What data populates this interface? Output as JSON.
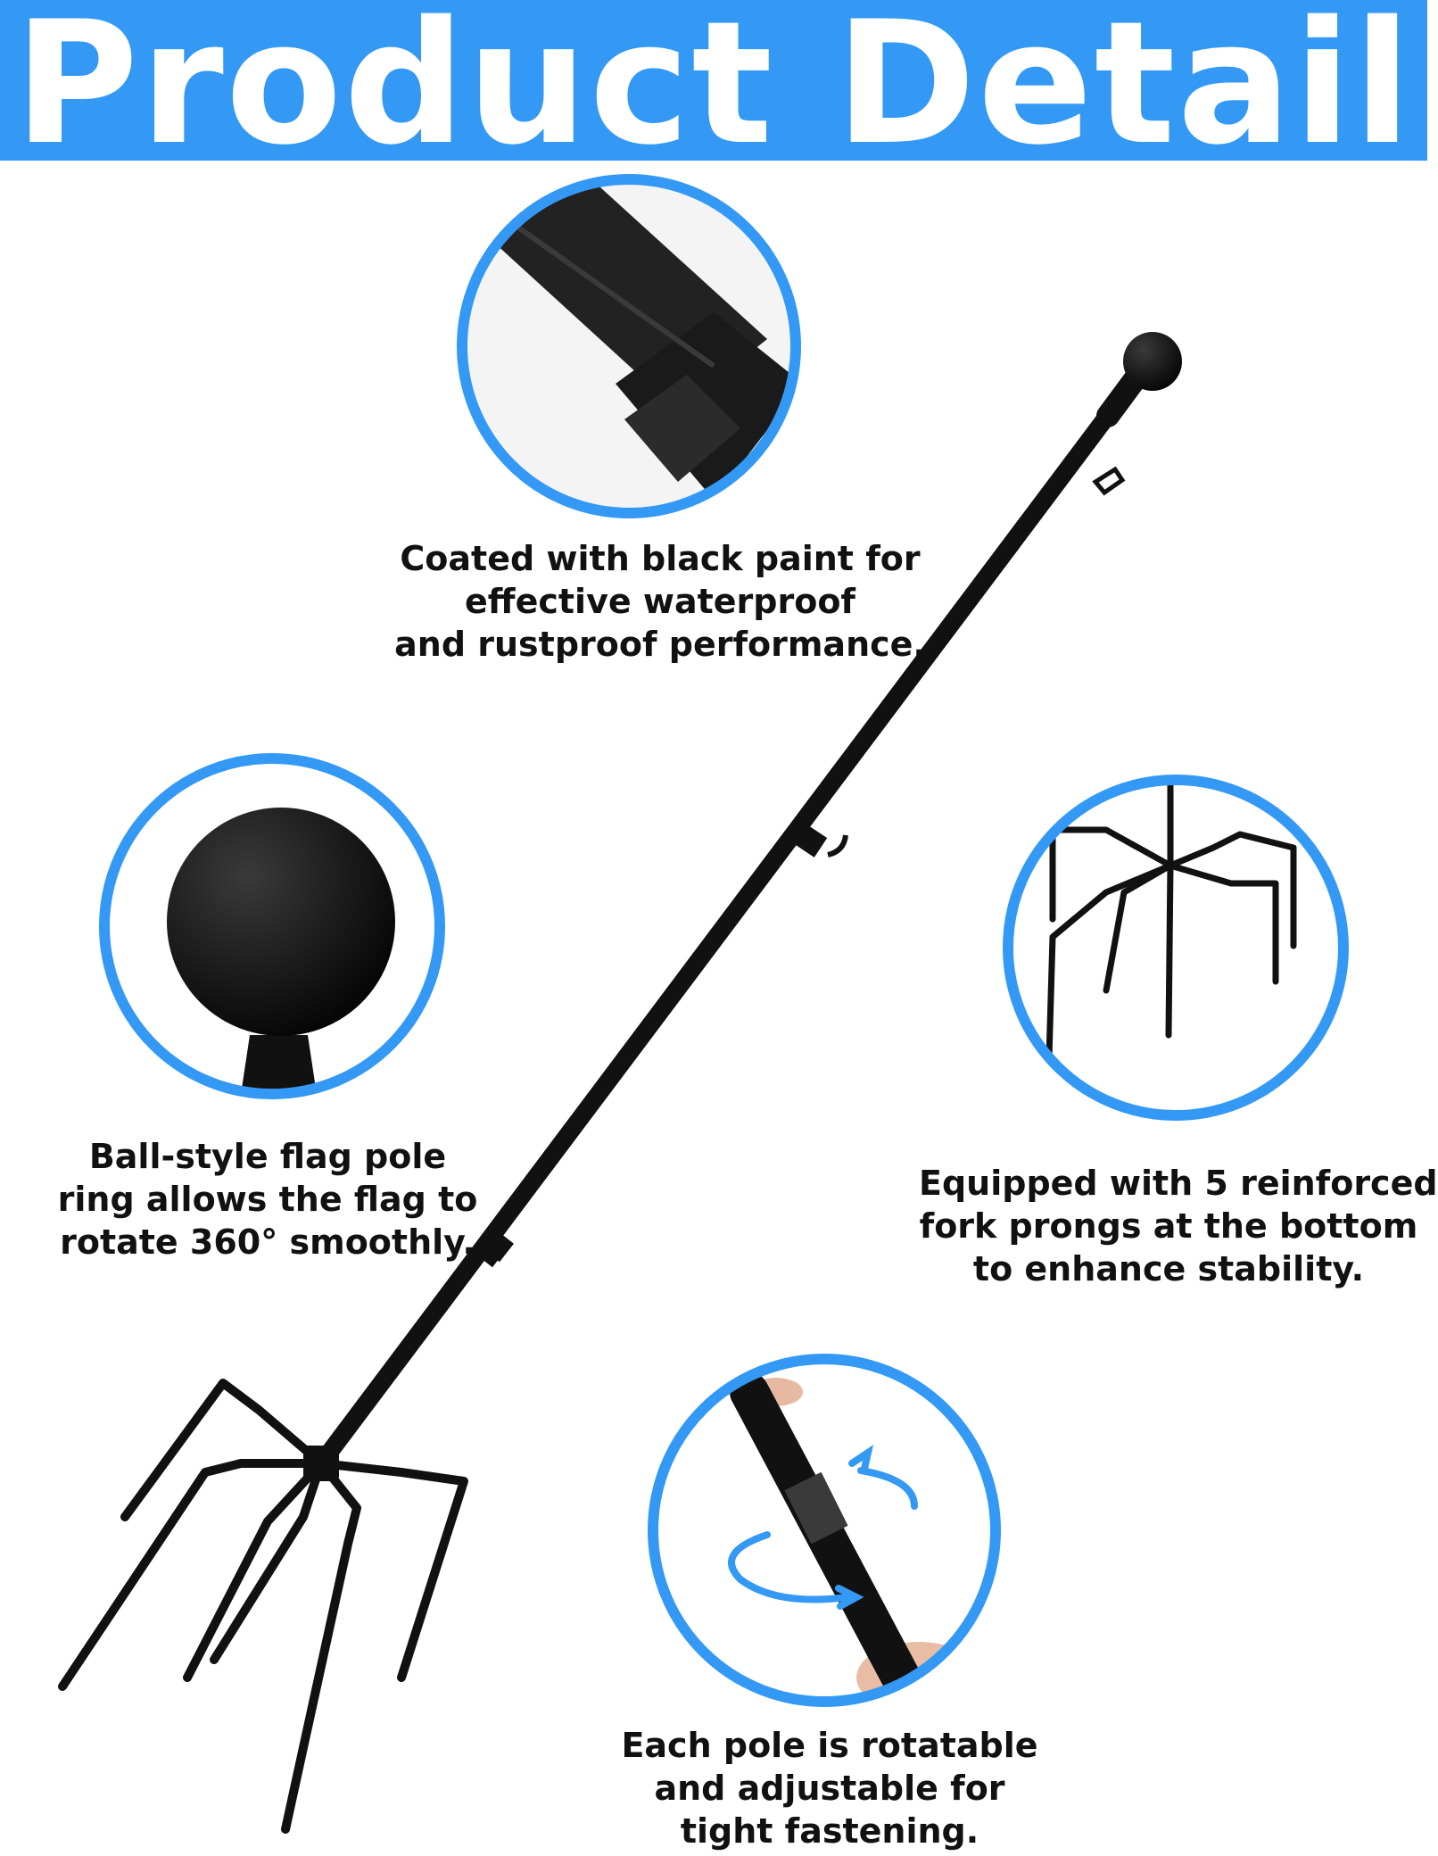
{
  "banner": {
    "title": "Product Detail"
  },
  "colors": {
    "accent": "#3399f5",
    "pole": "#111111",
    "circle_ring": "#3399f5"
  },
  "callouts": {
    "coating": {
      "icon": "pole-coating-closeup",
      "lines": [
        "Coated with black paint for",
        "effective waterproof",
        "and rustproof performance."
      ]
    },
    "ball": {
      "icon": "ball-top-closeup",
      "lines": [
        "Ball-style flag pole",
        "ring allows the flag to",
        "rotate 360° smoothly."
      ]
    },
    "prongs": {
      "icon": "fork-prongs-closeup",
      "lines": [
        "Equipped with 5 reinforced",
        "fork prongs at the bottom",
        "to enhance stability."
      ]
    },
    "rotation": {
      "icon": "rotate-arrows-closeup",
      "lines": [
        "Each pole is rotatable",
        "and adjustable for",
        "tight fastening."
      ]
    }
  }
}
